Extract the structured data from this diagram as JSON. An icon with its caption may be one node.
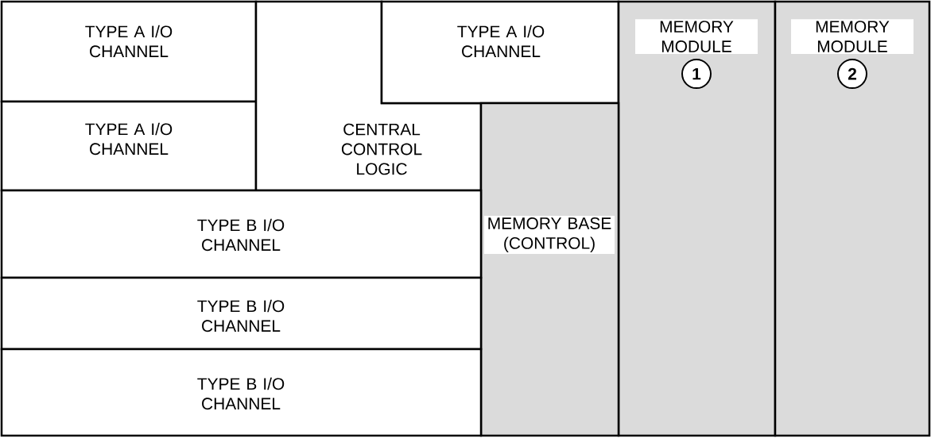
{
  "diagram": {
    "nodes": [
      {
        "text": [
          "TYPE A I/O CHANNEL"
        ]
      },
      {
        "text": [
          "TYPE A I/O CHANNEL"
        ]
      },
      {
        "text": [
          "CENTRAL CONTROL LOGIC"
        ]
      },
      {
        "text": [
          "TYPE A I/O CHANNEL"
        ]
      },
      {
        "text": [
          "MEMORY MODULE",
          "1"
        ]
      },
      {
        "text": [
          "MEMORY MODULE",
          "2"
        ]
      },
      {
        "text": [
          "MEMORY BASE (CONTROL)"
        ]
      },
      {
        "text": [
          "TYPE B I/O CHANNEL"
        ]
      },
      {
        "text": [
          "TYPE B I/O CHANNEL"
        ]
      },
      {
        "text": [
          "TYPE B I/O CHANNEL"
        ]
      }
    ]
  }
}
